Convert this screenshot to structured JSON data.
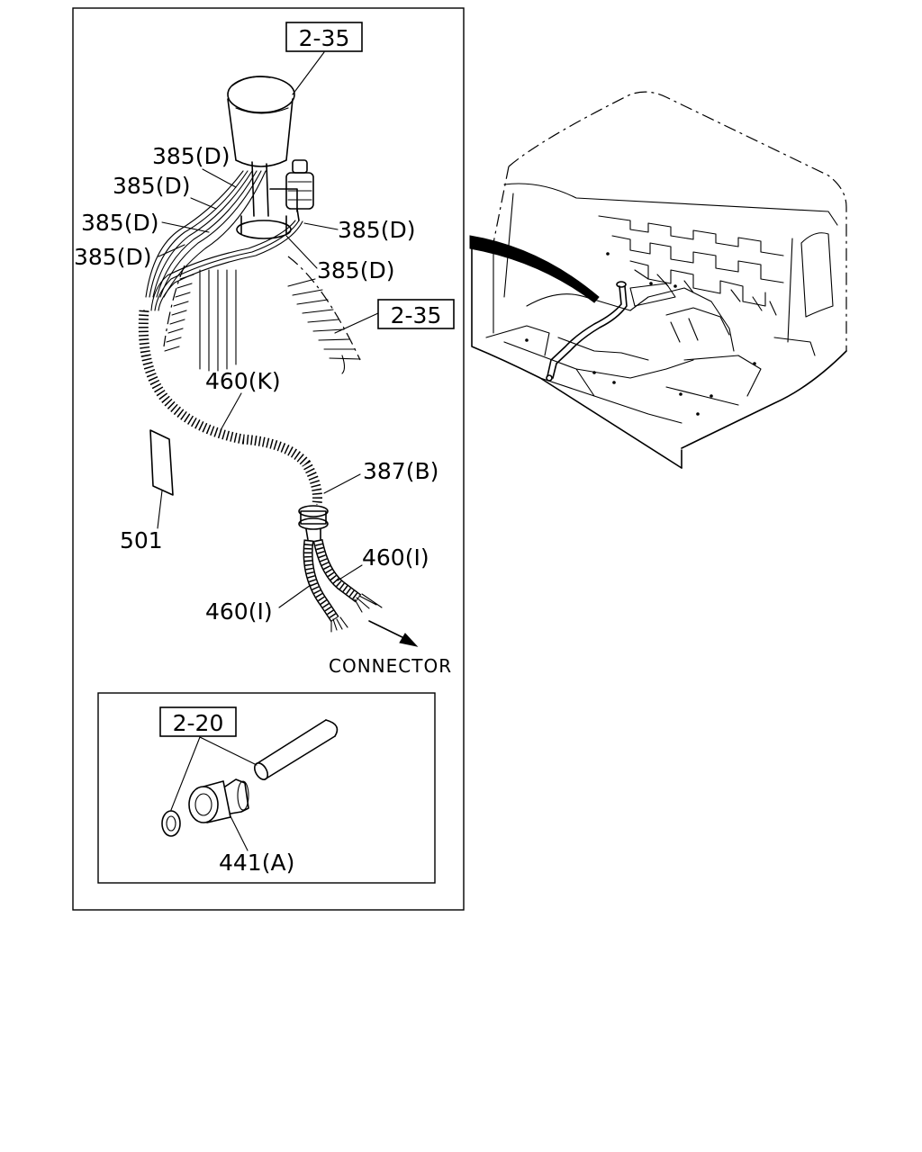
{
  "refs": {
    "ref_2_35_top": "2-35",
    "ref_2_35_side": "2-35",
    "ref_2_20": "2-20"
  },
  "labels": {
    "p385_1": "385(D)",
    "p385_2": "385(D)",
    "p385_3": "385(D)",
    "p385_4": "385(D)",
    "p385_5": "385(D)",
    "p385_6": "385(D)",
    "p460k": "460(K)",
    "p387b": "387(B)",
    "p460i_right": "460(I)",
    "p460i_left": "460(I)",
    "p501": "501",
    "connector": "CONNECTOR",
    "p441a": "441(A)"
  }
}
